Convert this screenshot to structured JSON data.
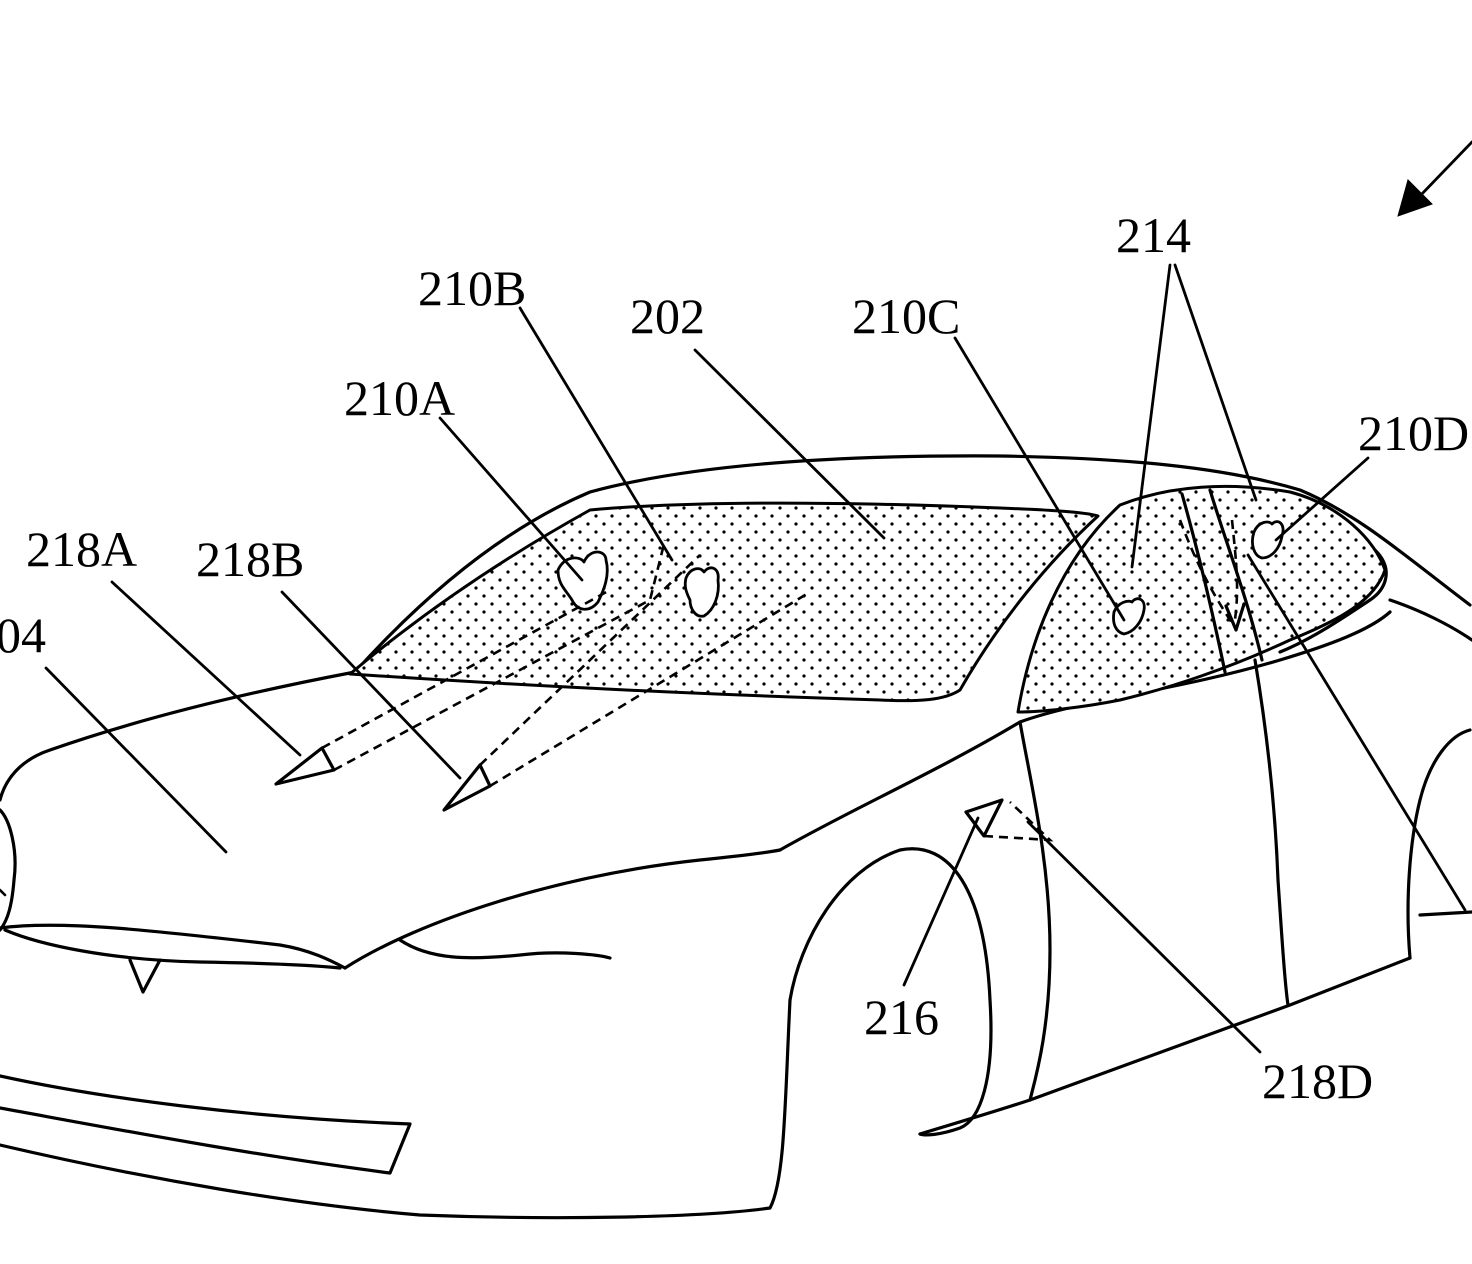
{
  "figure": {
    "reference_numerals": [
      {
        "key": "n210B",
        "text": "210B"
      },
      {
        "key": "n202",
        "text": "202"
      },
      {
        "key": "n210C",
        "text": "210C"
      },
      {
        "key": "n214",
        "text": "214"
      },
      {
        "key": "n210A",
        "text": "210A"
      },
      {
        "key": "n210D",
        "text": "210D"
      },
      {
        "key": "n218A",
        "text": "218A"
      },
      {
        "key": "n218B",
        "text": "218B"
      },
      {
        "key": "n04",
        "text": "04"
      },
      {
        "key": "n216",
        "text": "216"
      },
      {
        "key": "n218D",
        "text": "218D"
      }
    ]
  },
  "labels": {
    "n210B": "210B",
    "n202": "202",
    "n210C": "210C",
    "n214": "214",
    "n210A": "210A",
    "n210D": "210D",
    "n218A": "218A",
    "n218B": "218B",
    "n04": "04",
    "n216": "216",
    "n218D": "218D"
  }
}
